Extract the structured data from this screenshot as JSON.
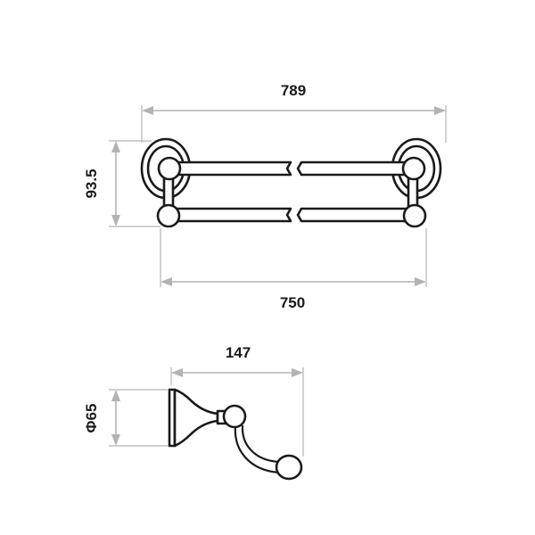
{
  "dimensions": {
    "overall_length": "789",
    "height": "93.5",
    "bar_length": "750",
    "hook_projection": "147",
    "hook_diameter": "Φ65"
  }
}
